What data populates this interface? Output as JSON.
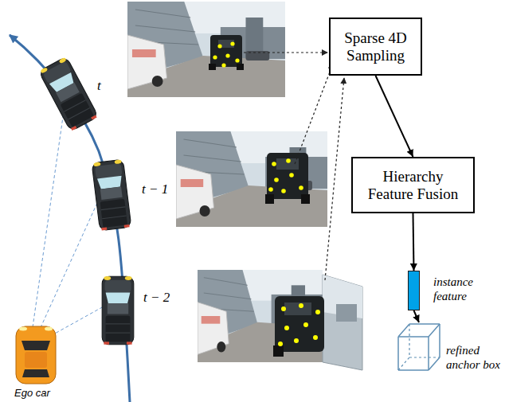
{
  "diagram": {
    "nodes": [
      {
        "text": [
          "Sparse 4D Sampling"
        ]
      },
      {
        "text": [
          "Hierarchy Feature Fusion"
        ]
      },
      {
        "text": [
          "instance feature"
        ]
      },
      {
        "text": [
          "refined anchor box"
        ]
      }
    ],
    "edges": [
      {
        "from": 0,
        "to": 1,
        "arrow": "to"
      },
      {
        "from": 1,
        "to": 2,
        "arrow": "to"
      },
      {
        "from": 2,
        "to": 3,
        "arrow": "to"
      }
    ],
    "labels": [
      "t",
      "t − 1",
      "t − 2",
      "Ego car"
    ]
  }
}
